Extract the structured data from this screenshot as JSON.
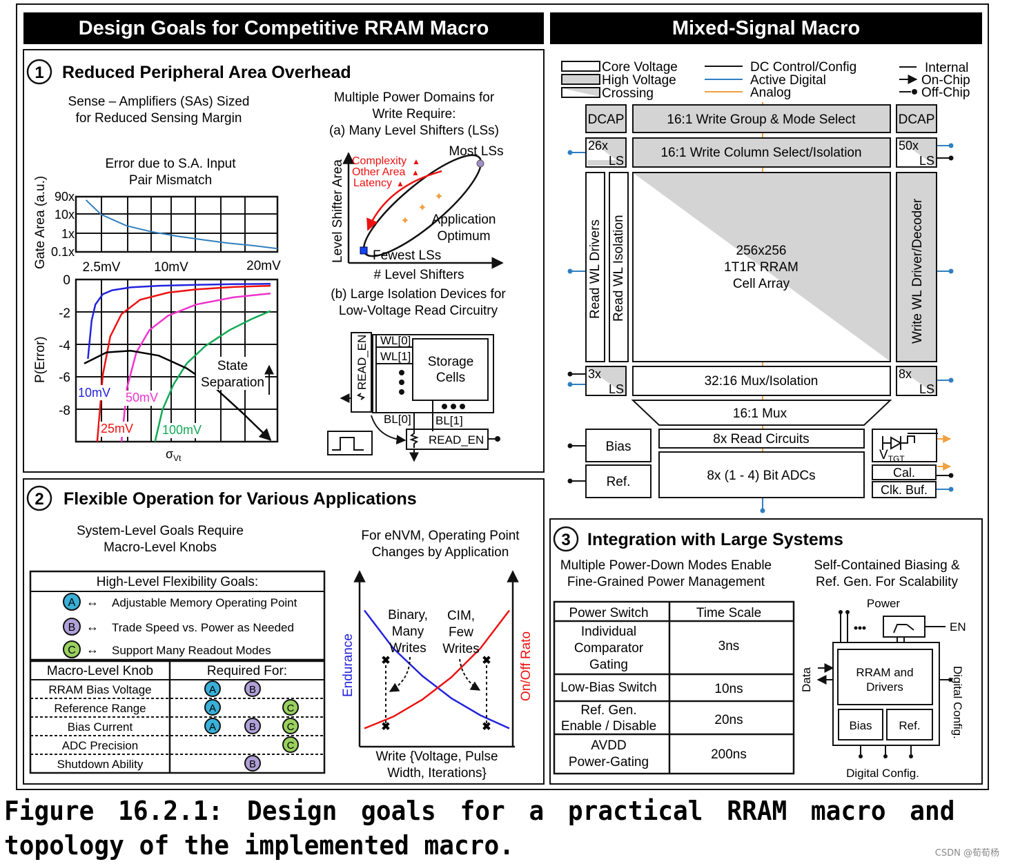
{
  "left_header": "Design Goals for Competitive RRAM Macro",
  "right_header": "Mixed-Signal Macro",
  "panel1": {
    "number": "1",
    "title": "Reduced Peripheral Area Overhead",
    "sa_note": [
      "Sense – Amplifiers (SAs) Sized",
      "for Reduced Sensing Margin"
    ],
    "mismatch_title": [
      "Error due to S.A. Input",
      "Pair Mismatch"
    ],
    "power_domain_note": [
      "Multiple Power Domains for",
      "Write Require:",
      "(a) Many Level Shifters (LSs)"
    ],
    "isolation_note": [
      "(b) Large Isolation Devices for",
      "Low-Voltage Read Circuitry"
    ],
    "ls_plot": {
      "ylabel": "Level Shifter Area",
      "xlabel": "# Level Shifters",
      "most": "Most LSs",
      "fewest": "Fewest LSs",
      "optimum": [
        "Application",
        "Optimum"
      ],
      "tradeoffs": [
        "Complexity",
        "Other Area",
        "Latency"
      ]
    },
    "circuit": {
      "read_en": "READ_EN",
      "wl0": "WL[0]",
      "wl1": "WL[1]",
      "storage": [
        "Storage",
        "Cells"
      ],
      "bl0": "BL[0]",
      "bl1": "BL[1]",
      "read_en2": "READ_EN"
    }
  },
  "chart_data": [
    {
      "type": "line",
      "title": "",
      "ylabel": "Gate Area (a.u.)",
      "xlabel": "",
      "x_ticks": [
        "2.5mV",
        "10mV",
        "20mV"
      ],
      "y_ticks": [
        "90x",
        "10x",
        "1x",
        "0.1x"
      ],
      "yscale": "log",
      "xlim": [
        0,
        20
      ],
      "series": [
        {
          "color": "#2f7fc0",
          "x": [
            1,
            2.5,
            5,
            7.5,
            10,
            12.5,
            15,
            17.5,
            20
          ],
          "y": [
            60,
            10,
            2.5,
            1.2,
            0.7,
            0.45,
            0.3,
            0.22,
            0.15
          ]
        }
      ]
    },
    {
      "type": "line",
      "title": "",
      "ylabel": "P(Error)",
      "xlabel": "σVt",
      "y_ticks": [
        "0",
        "-2",
        "-4",
        "-6",
        "-8"
      ],
      "ylim": [
        -10,
        0
      ],
      "xlim": [
        0,
        1
      ],
      "annotation": [
        "State",
        "Separation"
      ],
      "series": [
        {
          "name": "10mV",
          "color": "#2222dd",
          "x": [
            0.02,
            0.04,
            0.06,
            0.1,
            0.15,
            0.25,
            0.4,
            0.6,
            0.8,
            1.0
          ],
          "y": [
            -4.8,
            -2.4,
            -1.4,
            -0.75,
            -0.5,
            -0.32,
            -0.22,
            -0.16,
            -0.12,
            -0.1
          ]
        },
        {
          "name": "25mV",
          "color": "#ee1111",
          "x": [
            0.07,
            0.1,
            0.14,
            0.2,
            0.3,
            0.45,
            0.6,
            0.8,
            1.0
          ],
          "y": [
            -10,
            -5.8,
            -3.4,
            -2.0,
            -1.1,
            -0.65,
            -0.45,
            -0.3,
            -0.22
          ]
        },
        {
          "name": "50mV",
          "color": "#ee33cc",
          "x": [
            0.2,
            0.23,
            0.28,
            0.35,
            0.45,
            0.6,
            0.8,
            1.0
          ],
          "y": [
            -10,
            -6.6,
            -4.4,
            -3.0,
            -2.1,
            -1.4,
            -0.95,
            -0.7
          ]
        },
        {
          "name": "100mV",
          "color": "#11aa55",
          "x": [
            0.38,
            0.42,
            0.48,
            0.55,
            0.65,
            0.78,
            0.9,
            1.0
          ],
          "y": [
            -10,
            -8.0,
            -6.4,
            -5.1,
            -4.0,
            -3.0,
            -2.3,
            -1.8
          ]
        },
        {
          "name": "",
          "color": "#000000",
          "x": [
            0.0,
            0.12,
            0.25,
            0.4,
            0.55,
            0.7,
            0.85,
            1.0
          ],
          "y": [
            -5.1,
            -4.4,
            -4.3,
            -4.6,
            -5.4,
            -6.6,
            -8.2,
            -9.9
          ]
        }
      ]
    },
    {
      "type": "line",
      "title": "",
      "ylabel": "Endurance",
      "ylabel_right": "On/Off Rato",
      "xlabel": "Write {Voltage, Pulse Width, Iterations}",
      "xlim": [
        0,
        1
      ],
      "ylim": [
        0,
        1
      ],
      "labels": [
        [
          "Binary,",
          "Many",
          "Writes"
        ],
        [
          "CIM,",
          "Few",
          "Writes"
        ]
      ],
      "series": [
        {
          "color": "#2222dd",
          "x": [
            0,
            0.2,
            0.4,
            0.6,
            0.8,
            1.0
          ],
          "y": [
            0.95,
            0.66,
            0.45,
            0.28,
            0.15,
            0.05
          ]
        },
        {
          "color": "#ee1111",
          "x": [
            0,
            0.2,
            0.4,
            0.6,
            0.8,
            1.0
          ],
          "y": [
            0.05,
            0.14,
            0.27,
            0.44,
            0.66,
            0.95
          ]
        }
      ]
    }
  ],
  "panel2": {
    "number": "2",
    "title": "Flexible Operation for Various Applications",
    "sys_note": [
      "System-Level Goals Require",
      "Macro-Level Knobs"
    ],
    "env_note": [
      "For eNVM, Operating Point",
      "Changes by Application"
    ],
    "goals_header": "High-Level Flexibility Goals:",
    "goals": [
      {
        "badge": "A",
        "text": "Adjustable Memory Operating Point",
        "color": "#3ab0d8"
      },
      {
        "badge": "B",
        "text": "Trade Speed vs. Power as Needed",
        "color": "#b0a0d8"
      },
      {
        "badge": "C",
        "text": "Support Many Readout Modes",
        "color": "#9ad060"
      }
    ],
    "knob_header": "Macro-Level Knob",
    "req_header": "Required For:",
    "knobs": [
      {
        "name": "RRAM Bias Voltage",
        "req": [
          "A",
          "B"
        ]
      },
      {
        "name": "Reference Range",
        "req": [
          "A",
          "C"
        ]
      },
      {
        "name": "Bias Current",
        "req": [
          "A",
          "B",
          "C"
        ]
      },
      {
        "name": "ADC Precision",
        "req": [
          "C"
        ]
      },
      {
        "name": "Shutdown Ability",
        "req": [
          "B"
        ]
      }
    ]
  },
  "macro": {
    "legend": {
      "core": "Core Voltage",
      "high": "High Voltage",
      "cross": "Crossing",
      "dc": "DC Control/Config",
      "digital": "Active Digital",
      "analog": "Analog",
      "internal": "Internal",
      "onchip": "On-Chip",
      "offchip": "Off-Chip"
    },
    "dcap": "DCAP",
    "write_group": "16:1 Write Group & Mode Select",
    "write_col": "16:1 Write Column Select/Isolation",
    "ls_26": "26x",
    "ls_50": "50x",
    "ls_3": "3x",
    "ls_8": "8x",
    "ls": "LS",
    "read_wl_drivers": "Read WL Drivers",
    "read_wl_iso": "Read WL Isolation",
    "array": [
      "256x256",
      "1T1R RRAM",
      "Cell Array"
    ],
    "write_wl": "Write WL Driver/Decoder",
    "mux32": "32:16 Mux/Isolation",
    "mux16": "16:1 Mux",
    "bias": "Bias",
    "ref": "Ref.",
    "read_circuits": "8x Read Circuits",
    "adcs": "8x (1 - 4) Bit ADCs",
    "vtgt": "V",
    "vtgt_sub": "TGT",
    "cal": "Cal.",
    "clk": "Clk. Buf."
  },
  "panel3": {
    "number": "3",
    "title": "Integration with Large Systems",
    "pd_note": [
      "Multiple Power-Down Modes Enable",
      "Fine-Grained Power Management"
    ],
    "bias_note": [
      "Self-Contained Biasing &",
      "Ref. Gen. For Scalability"
    ],
    "table_header": [
      "Power Switch",
      "Time Scale"
    ],
    "rows": [
      {
        "switch": [
          "Individual",
          "Comparator",
          "Gating"
        ],
        "time": "3ns"
      },
      {
        "switch": [
          "Low-Bias Switch"
        ],
        "time": "10ns"
      },
      {
        "switch": [
          "Ref. Gen.",
          "Enable / Disable"
        ],
        "time": "20ns"
      },
      {
        "switch": [
          "AVDD",
          "Power-Gating"
        ],
        "time": "200ns"
      }
    ],
    "block": {
      "power": "Power",
      "en": "EN",
      "data": "Data",
      "rram": [
        "RRAM and",
        "Drivers"
      ],
      "bias": "Bias",
      "ref": "Ref.",
      "dig_config_right": "Digital Config.",
      "dig_config_bottom": "Digital Config."
    }
  },
  "caption": "Figure 16.2.1: Design goals for a practical RRAM macro and topology of the implemented macro.",
  "watermark": "CSDN @荀荀杨"
}
